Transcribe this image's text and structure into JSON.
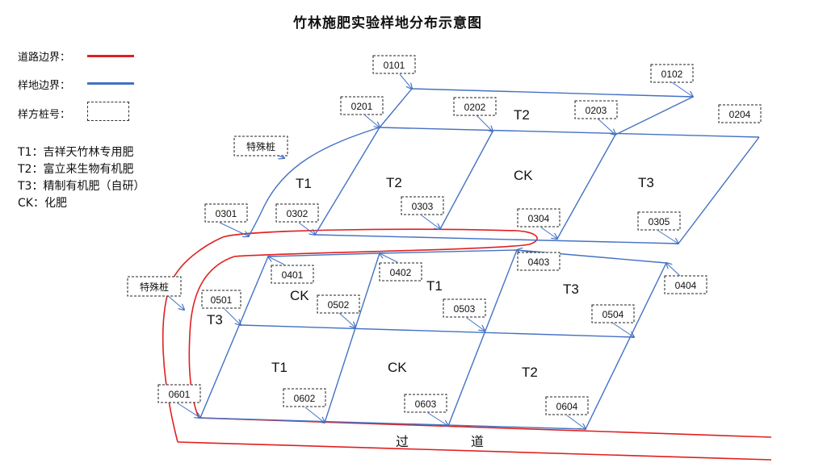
{
  "title": "竹林施肥实验样地分布示意图",
  "legend": {
    "road": "道路边界：",
    "plot": "样地边界：",
    "stake": "样方桩号：",
    "road_color": "#e02020",
    "plot_color": "#4472c4"
  },
  "treatments": [
    "T1：吉祥天竹林专用肥",
    "T2：富立来生物有机肥",
    "T3：精制有机肥（自研）",
    "CK：化肥"
  ],
  "special_stake_label": "特殊桩",
  "road_label": [
    "过",
    "道"
  ],
  "stakes": [
    "0101",
    "0102",
    "0201",
    "0202",
    "0203",
    "0204",
    "0301",
    "0302",
    "0303",
    "0304",
    "0305",
    "0401",
    "0402",
    "0403",
    "0404",
    "0501",
    "0502",
    "0503",
    "0504",
    "0601",
    "0602",
    "0603",
    "0604"
  ],
  "plot_labels": [
    "T2",
    "T1",
    "T2",
    "CK",
    "T3",
    "CK",
    "T1",
    "T3",
    "T3",
    "T1",
    "CK",
    "T2"
  ]
}
